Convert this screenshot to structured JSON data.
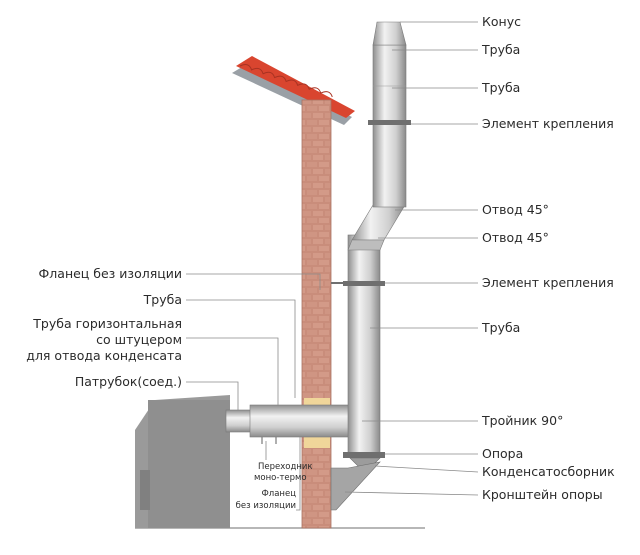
{
  "labels_right": {
    "cone": "Конус",
    "pipe_top": "Труба",
    "pipe_upper": "Труба",
    "mount_upper": "Элемент крепления",
    "elbow_upper": "Отвод 45°",
    "elbow_lower": "Отвод 45°",
    "mount_lower": "Элемент крепления",
    "pipe_middle": "Труба",
    "tee": "Тройник 90°",
    "support": "Опора",
    "condensate": "Конденсатосборник",
    "bracket": "Кронштейн опоры"
  },
  "labels_left": {
    "flange_top": "Фланец без изоляции",
    "pipe": "Труба",
    "pipe_horizontal_1": "Труба горизонтальная",
    "pipe_horizontal_2": "со штуцером",
    "pipe_horizontal_3": "для отвода конденсата",
    "nozzle": "Патрубок(соед.)"
  },
  "labels_small": {
    "adapter_1": "Переходник",
    "adapter_2": "моно-термо",
    "flange_bottom_1": "Фланец",
    "flange_bottom_2": "без изоляции"
  },
  "colors": {
    "pipe_light": "#e4e4e4",
    "pipe_dark": "#9a9a9a",
    "brick": "#c98d7b",
    "brick_mortar": "#b07a69",
    "roof_tile": "#d9452f",
    "boiler": "#9a9a9a",
    "insulation": "#f0d69a"
  }
}
